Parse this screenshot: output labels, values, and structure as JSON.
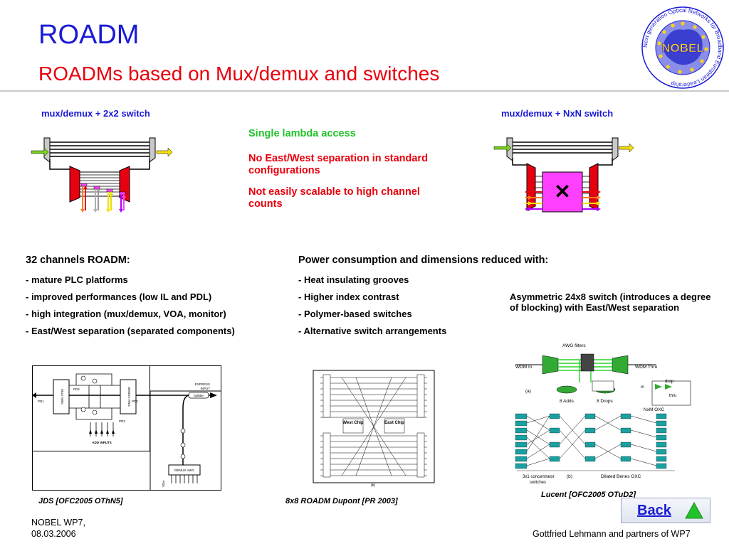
{
  "header": {
    "title": "ROADM",
    "subtitle": "ROADMs based on Mux/demux and switches"
  },
  "logo": {
    "center_text": "NOBEL",
    "ring_text": "Next generation Optical Networks for Broadband European Leadership"
  },
  "left_diagram": {
    "label": "mux/demux + 2x2 switch"
  },
  "right_diagram": {
    "label": "mux/demux + NxN switch",
    "switch_symbol": "✕"
  },
  "center_notes": {
    "green_note": "Single lambda access",
    "red_note_1": "No East/West separation in standard configurations",
    "red_note_2": "Not easily scalable to high channel counts"
  },
  "left_column": {
    "heading": "32 channels ROADM:",
    "items": [
      "- mature PLC platforms",
      "- improved performances (low IL and PDL)",
      "- high integration (mux/demux, VOA, monitor)",
      "- East/West separation (separated components)"
    ]
  },
  "middle_column": {
    "heading": "Power consumption and dimensions reduced with:",
    "items": [
      "- Heat insulating grooves",
      "- Higher index contrast",
      "- Polymer-based switches",
      "- Alternative switch arrangements"
    ]
  },
  "right_note": "Asymmetric 24x8 switch (introduces a degree of blocking) with East/West separation",
  "figure_jds": {
    "caption": "JDS [OFC2005 OThN5]",
    "labels": {
      "mux_awg": "MUX AWG",
      "demux_awg": "DEMUX AWG",
      "pd4": "PD4",
      "pd1": "PD1",
      "pd2": "PD2",
      "pd3": "PD3",
      "express_input_1": "EXPRESS",
      "express_input_2": "INPUT",
      "splitter": "Splitter",
      "add_inputs": "ADD INPUTS",
      "demux_awg_box": "DEMUX AWG",
      "pd5": "PD5"
    }
  },
  "figure_dupont": {
    "caption": "8x8 ROADM Dupont [PR 2003]",
    "labels": {
      "west_chip": "West Chip",
      "east_chip": "East Chip",
      "b": "(b)"
    }
  },
  "figure_lucent": {
    "caption": "Lucent [OFC2005 OTuD2]",
    "labels": {
      "awg_filters": "AWG filters",
      "wdm_in": "WDM In",
      "wdm_thru": "WDM Thru",
      "a": "(a)",
      "adds": "8 Adds",
      "drops": "8 Drops",
      "in": "in",
      "drop": "drop",
      "thru": "thru",
      "nxm_oxc": "NxM OXC",
      "concentrator": "3x1 concentrator",
      "switches": "switches",
      "b": "(b)",
      "dilated": "Dilated Benes OXC"
    }
  },
  "footer": {
    "left_line1": "NOBEL WP7,",
    "left_line2": "08.03.2006",
    "right": "Gottfried Lehmann and partners of WP7",
    "back_label": "Back"
  },
  "colors": {
    "title_blue": "#1a1ad6",
    "accent_red": "#e8000c",
    "accent_green": "#22c22a",
    "switch_pink": "#ff40ff"
  }
}
